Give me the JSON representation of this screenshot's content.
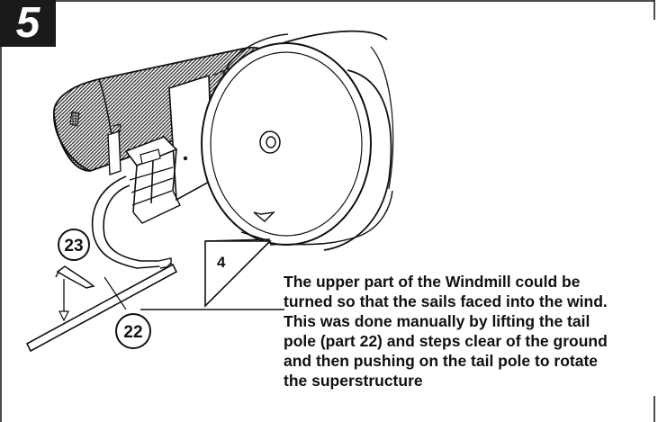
{
  "step": {
    "number": "5"
  },
  "parts": {
    "tail_pole": "22",
    "steps_part": "23",
    "cap_piece": "4"
  },
  "callout": {
    "lines": [
      "The upper part of the Windmill could be",
      "turned so that the sails faced into the wind.",
      "This was done manually by lifting the tail",
      "pole (part 22) and steps clear of the ground",
      "and then pushing on the tail pole to rotate",
      "the superstructure"
    ]
  },
  "colors": {
    "ink": "#111111",
    "badge": "#1a1a1a",
    "hatch": "#3a3a3a"
  }
}
